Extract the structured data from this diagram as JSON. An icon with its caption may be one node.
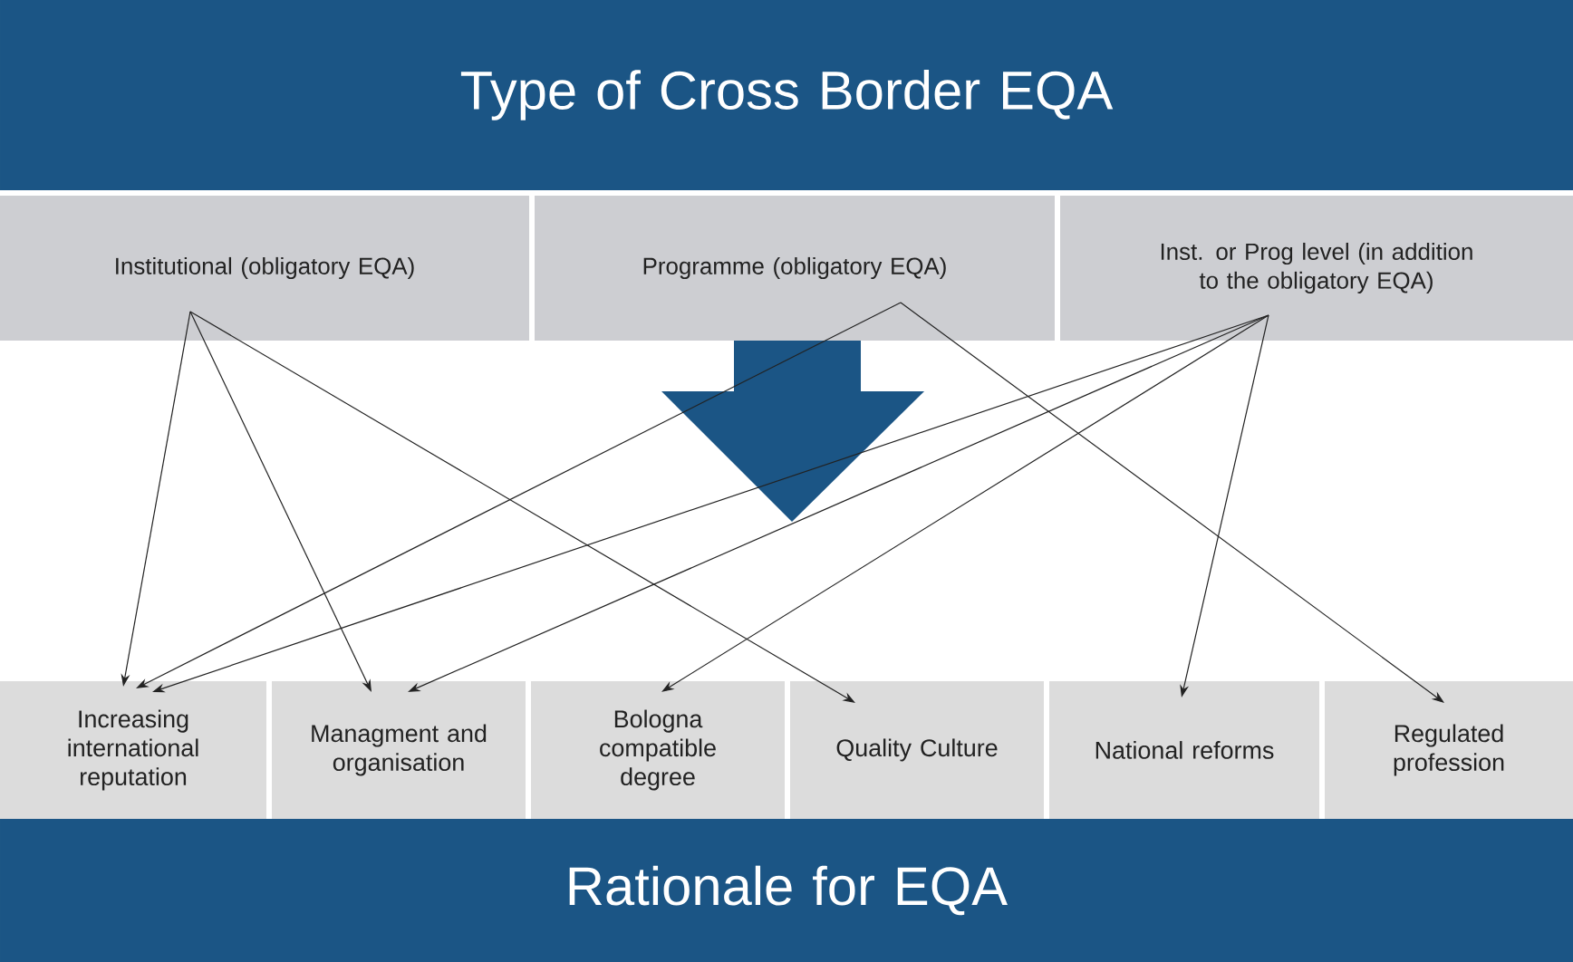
{
  "diagram": {
    "nodes": [
      {
        "text": [
          "Type of Cross Border EQA"
        ]
      },
      {
        "text": [
          "Institutional (obligatory EQA)"
        ]
      },
      {
        "text": [
          "Programme (obligatory EQA)"
        ]
      },
      {
        "text": [
          "Inst. or Prog level (in addition to the obligatory EQA)"
        ]
      },
      {
        "text": [
          "Increasing international reputation"
        ]
      },
      {
        "text": [
          "Managment and organisation"
        ]
      },
      {
        "text": [
          "Bologna compatible degree"
        ]
      },
      {
        "text": [
          "Quality Culture"
        ]
      },
      {
        "text": [
          "National reforms"
        ]
      },
      {
        "text": [
          "Regulated profession"
        ]
      },
      {
        "text": [
          "Rationale for EQA"
        ]
      }
    ],
    "edges": [
      {
        "from": 1,
        "to": 4,
        "arrow": "to"
      },
      {
        "from": 1,
        "to": 5,
        "arrow": "to"
      },
      {
        "from": 1,
        "to": 7,
        "arrow": "to"
      },
      {
        "from": 2,
        "to": 4,
        "arrow": "to"
      },
      {
        "from": 2,
        "to": 9,
        "arrow": "to"
      },
      {
        "from": 3,
        "to": 4,
        "arrow": "to"
      },
      {
        "from": 3,
        "to": 5,
        "arrow": "to"
      },
      {
        "from": 3,
        "to": 6,
        "arrow": "to"
      },
      {
        "from": 3,
        "to": 8,
        "arrow": "to"
      }
    ]
  }
}
